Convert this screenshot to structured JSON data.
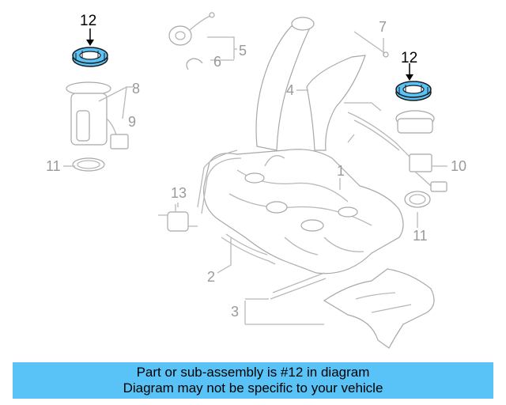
{
  "callouts": {
    "c1": "1",
    "c2": "2",
    "c3": "3",
    "c4": "4",
    "c5": "5",
    "c6": "6",
    "c7": "7",
    "c8": "8",
    "c9": "9",
    "c10": "10",
    "c11_left": "11",
    "c11_right": "11",
    "c12_left": "12",
    "c12_right": "12",
    "c13": "13"
  },
  "highlight_color": "#59c3f7",
  "banner": {
    "line1": "Part or sub-assembly is #12 in diagram",
    "line2": "Diagram may not be specific to your vehicle"
  }
}
